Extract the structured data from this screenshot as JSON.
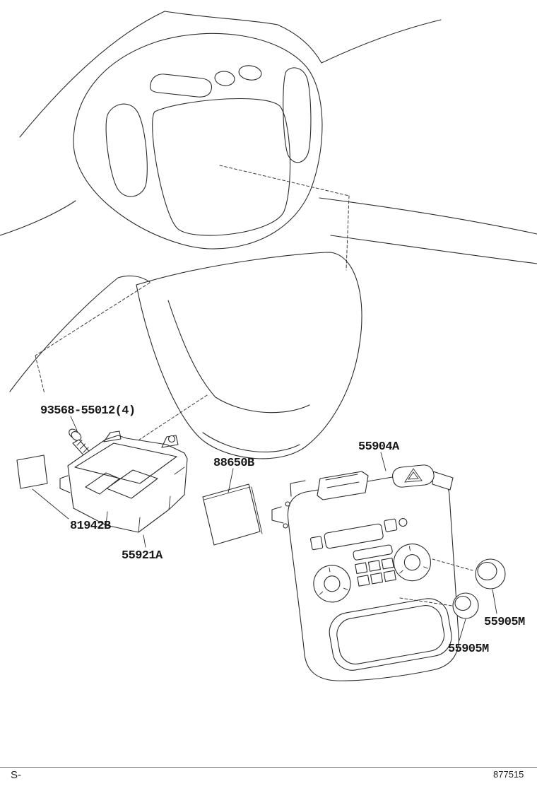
{
  "diagram": {
    "title_hint": "heater control and parts exploded view",
    "part_labels": {
      "screw": "93568-55012(4)",
      "pad": "81942B",
      "control_unit": "55921A",
      "amplifier": "88650B",
      "control_panel": "55904A",
      "knob_upper": "55905M",
      "knob_lower": "55905M"
    },
    "footer": {
      "left_code": "S-",
      "right_code": "877515"
    }
  }
}
